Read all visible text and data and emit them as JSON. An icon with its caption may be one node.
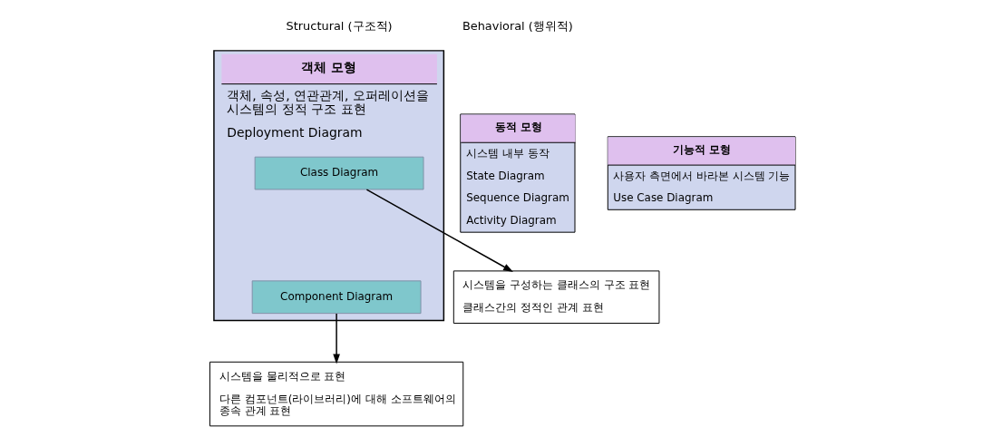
{
  "diagram": {
    "nodes": [
      {
        "text": [
          "객체 모형",
          "객체, 속성, 연관관계, 오퍼레이션을 시스템의 정적 구조 표현",
          "Deployment Diagram"
        ]
      },
      {
        "text": [
          "Class Diagram"
        ],
        "in": 0
      },
      {
        "text": [
          "Component Diagram"
        ],
        "in": 0
      },
      {
        "text": [
          "동적 모형",
          "시스템 내부 동작",
          "State Diagram",
          "Sequence Diagram",
          "Activity Diagram"
        ]
      },
      {
        "text": [
          "기능적 모형",
          "사용자 측면에서 바라본 시스템 기능",
          "Use Case Diagram"
        ]
      },
      {
        "text": [
          "시스템을 구성하는 클래스의 구조 표현",
          "클래스간의 정적인 관계 표현"
        ]
      },
      {
        "text": [
          "시스템을 물리적으로 표현",
          "다른 컴포넌트(라이브러리)에 대해 소프트웨어의 종속 관계 표현"
        ]
      }
    ],
    "edges": [
      {
        "from": 1,
        "to": 5,
        "arrow": "to"
      },
      {
        "from": 2,
        "to": 6,
        "arrow": "to"
      }
    ],
    "labels": [
      "Structural (구조적)",
      "Behavioral (행위적)"
    ]
  }
}
